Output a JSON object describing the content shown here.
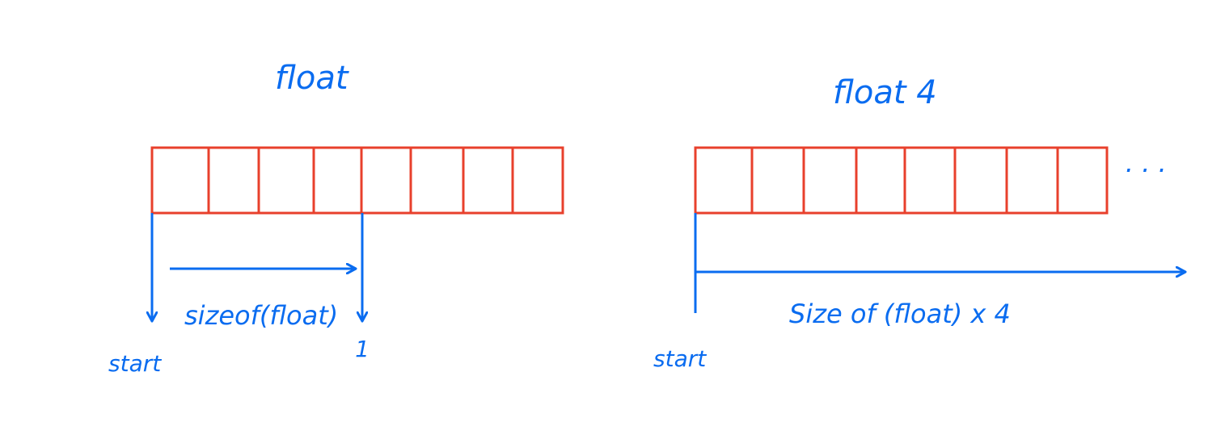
{
  "colors": {
    "cell_stroke": "#e8402c",
    "ink": "#0a6cf0",
    "background": "#ffffff"
  },
  "left": {
    "title": "float",
    "cell_count": 8,
    "offset_label": "sizeof(float)",
    "start_label": "start",
    "index_mark": "1"
  },
  "right": {
    "title": "float 4",
    "cell_count": 8,
    "ellipsis": "· · ·",
    "span_label": "Size of (float) x 4",
    "start_label": "start"
  }
}
